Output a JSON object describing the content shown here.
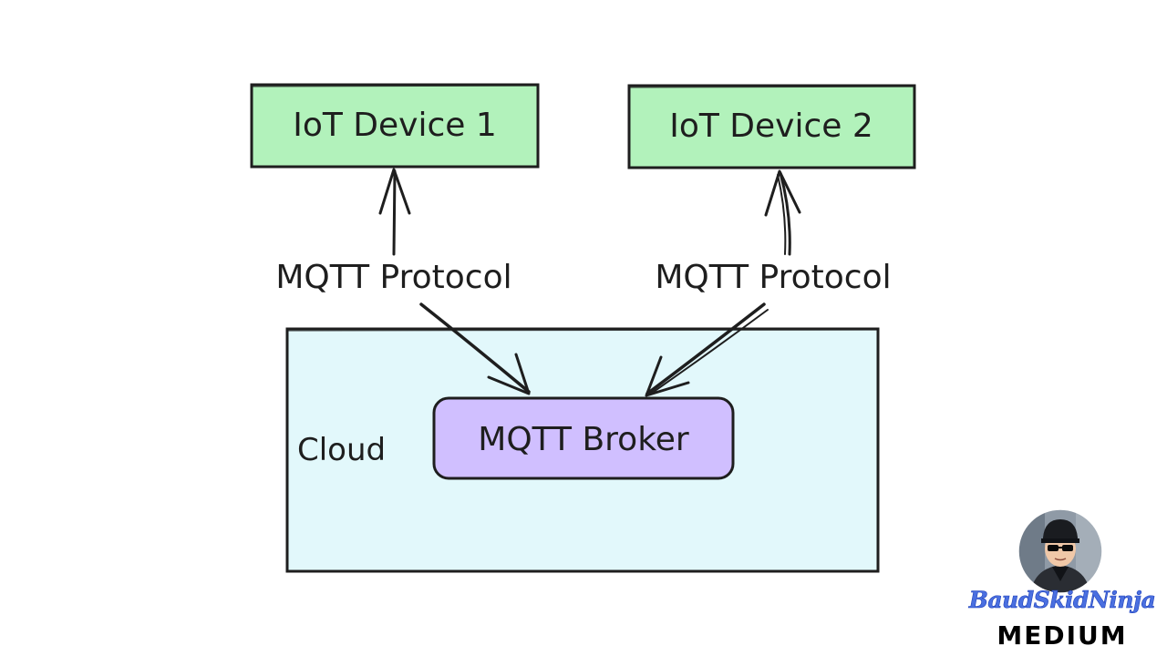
{
  "diagram": {
    "devices": [
      {
        "label": "IoT Device 1"
      },
      {
        "label": "IoT Device 2"
      }
    ],
    "connections": [
      {
        "label": "MQTT Protocol",
        "from": "IoT Device 1",
        "to": "MQTT Broker"
      },
      {
        "label": "MQTT Protocol",
        "from": "IoT Device 2",
        "to": "MQTT Broker"
      }
    ],
    "cloud": {
      "label": "Cloud"
    },
    "broker": {
      "label": "MQTT Broker"
    }
  },
  "branding": {
    "name": "BaudSkidNinja",
    "platform": "MEDIUM"
  },
  "colors": {
    "device_fill": "#b2f2bb",
    "cloud_fill": "#e2f8fb",
    "broker_fill": "#d0bfff",
    "stroke": "#1e1e1e",
    "brand_text": "#4a6fe0"
  }
}
